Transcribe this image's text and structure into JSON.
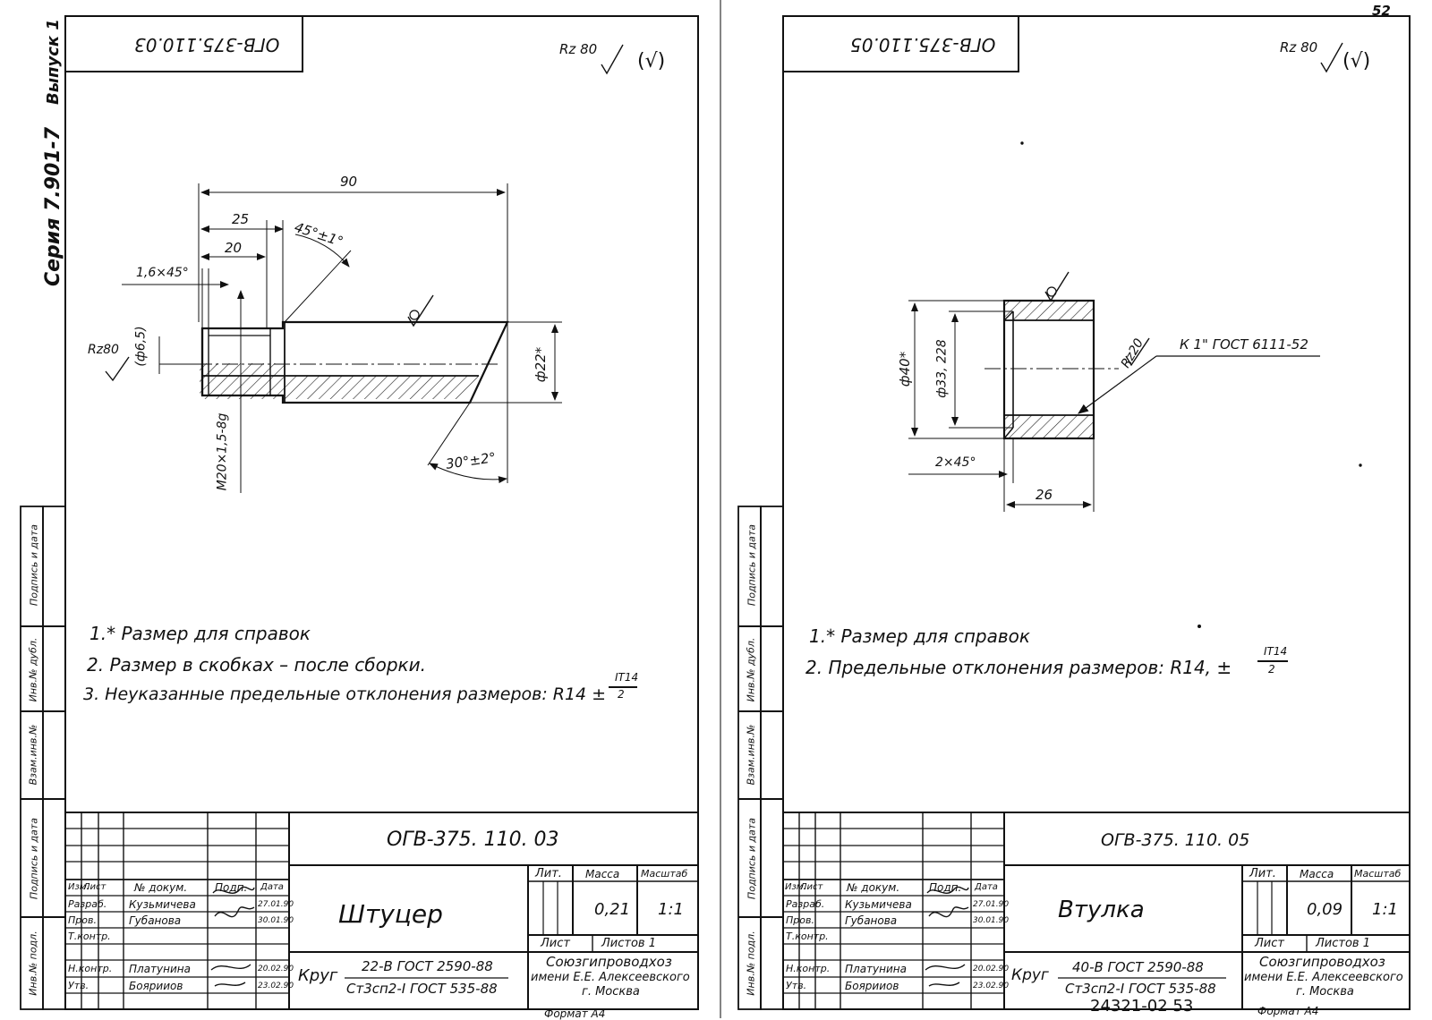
{
  "page_number": "52",
  "footer_code": "24321-02   53",
  "margin": {
    "series": "Серия 7.901-7",
    "issue": "Выпуск 1",
    "sig_date_1": "Подпись и дата",
    "inv_dubl": "Инв.№ дубл.",
    "vzam_inv": "Взам.инв.№",
    "sig_date_2": "Подпись и дата",
    "inv_podl": "Инв.№ подл."
  },
  "sheets": [
    {
      "stamp_code": "ОГВ-375.110.03",
      "roughness": "Rz 80",
      "roughness_suffix": "(√)",
      "dims": {
        "d90": "90",
        "d25": "25",
        "d20": "20",
        "angle45": "45°±1°",
        "chamfer": "1,6×45°",
        "rz_left": "Rz80",
        "d65": "(ф6,5)",
        "d22": "ф22*",
        "thread": "М20×1,5-8g",
        "angle30": "30°±2°"
      },
      "notes": [
        "1.* Размер для справок",
        "2. Размер в скобках – после сборки.",
        "3. Неуказанные предельные отклонения размеров: R14 ±"
      ],
      "note_frac_num": "IT14",
      "note_frac_den": "2",
      "title": {
        "doc_code": "ОГВ-375. 110. 03",
        "name": "Штуцер",
        "lit_header": "Лит.",
        "mass_header": "Масса",
        "scale_header": "Масштаб",
        "mass": "0,21",
        "scale": "1:1",
        "sheet_label": "Лист",
        "sheets_label": "Листов 1",
        "org": [
          "Союзгипроводхоз",
          "имени Е.Е. Алексеевского",
          "г. Москва"
        ],
        "material_kind": "Круг",
        "material_1": "22-В ГОСТ 2590-88",
        "material_2": "Ст3сп2-I ГОСТ 535-88",
        "col_headers": [
          "Изм.",
          "Лист",
          "№ докум.",
          "Подп.",
          "Дата"
        ],
        "rows": [
          {
            "role": "Разраб.",
            "name": "Кузьмичева",
            "date": "27.01.90"
          },
          {
            "role": "Пров.",
            "name": "Губанова",
            "date": "30.01.90"
          },
          {
            "role": "Т.контр.",
            "name": "",
            "date": ""
          },
          {
            "role": "",
            "name": "",
            "date": ""
          },
          {
            "role": "Н.контр.",
            "name": "Платунина",
            "date": "20.02.90"
          },
          {
            "role": "Утв.",
            "name": "Боярииов",
            "date": "23.02.90"
          }
        ],
        "format": "Формат А4"
      }
    },
    {
      "stamp_code": "ОГВ-375.110.05",
      "roughness": "Rz 80",
      "roughness_suffix": "(√)",
      "dims": {
        "d40": "ф40*",
        "d33": "ф33, 228",
        "rz20": "Rz20",
        "thread": "К 1\" ГОСТ 6111-52",
        "chamfer": "2×45°",
        "d26": "26"
      },
      "notes": [
        "1.* Размер для справок",
        "2. Предельные отклонения размеров:   R14,  ±"
      ],
      "note_frac_num": "IT14",
      "note_frac_den": "2",
      "title": {
        "doc_code": "ОГВ-375. 110. 05",
        "name": "Втулка",
        "lit_header": "Лит.",
        "mass_header": "Масса",
        "scale_header": "Масштаб",
        "mass": "0,09",
        "scale": "1:1",
        "sheet_label": "Лист",
        "sheets_label": "Листов 1",
        "org": [
          "Союзгипроводхоз",
          "имени Е.Е. Алексеевского",
          "г. Москва"
        ],
        "material_kind": "Круг",
        "material_1": "40-В ГОСТ 2590-88",
        "material_2": "Ст3сп2-I ГОСТ 535-88",
        "col_headers": [
          "Изм.",
          "Лист",
          "№ докум.",
          "Подп.",
          "Дата"
        ],
        "rows": [
          {
            "role": "Разраб.",
            "name": "Кузьмичева",
            "date": "27.01.90"
          },
          {
            "role": "Пров.",
            "name": "Губанова",
            "date": "30.01.90"
          },
          {
            "role": "Т.контр.",
            "name": "",
            "date": ""
          },
          {
            "role": "",
            "name": "",
            "date": ""
          },
          {
            "role": "Н.контр.",
            "name": "Платунина",
            "date": "20.02.90"
          },
          {
            "role": "Утв.",
            "name": "Боярииов",
            "date": "23.02.90"
          }
        ],
        "format": "Формат А4"
      }
    }
  ]
}
